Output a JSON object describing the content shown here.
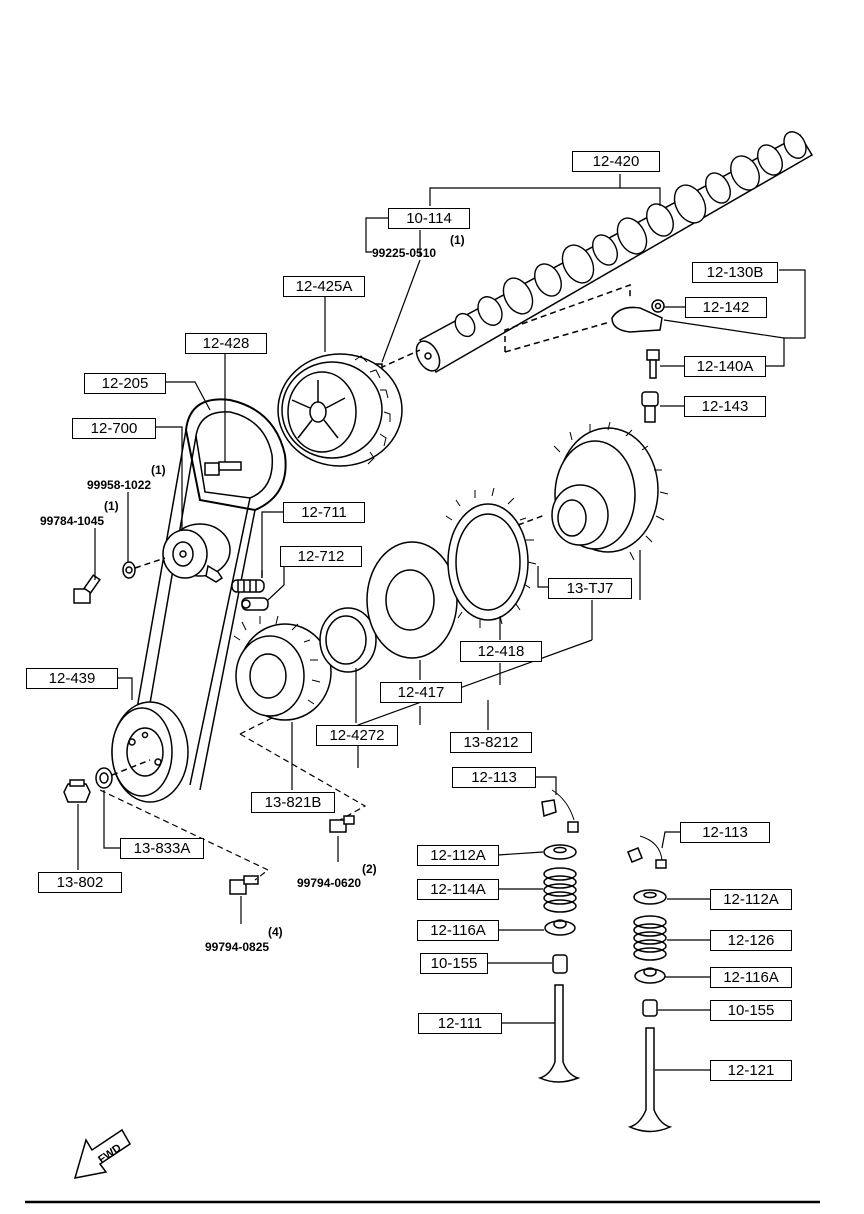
{
  "parts": {
    "p12_420": "12-420",
    "p10_114": "10-114",
    "p12_425A": "12-425A",
    "p12_428": "12-428",
    "p12_205": "12-205",
    "p12_700": "12-700",
    "p12_711": "12-711",
    "p12_712": "12-712",
    "p12_130B": "12-130B",
    "p12_142": "12-142",
    "p12_140A": "12-140A",
    "p12_143": "12-143",
    "p13_TJ7": "13-TJ7",
    "p12_418": "12-418",
    "p12_417": "12-417",
    "p12_4272": "12-4272",
    "p13_8212": "13-8212",
    "p12_439": "12-439",
    "p13_821B": "13-821B",
    "p13_833A": "13-833A",
    "p13_802": "13-802",
    "p12_113_a": "12-113",
    "p12_112A_a": "12-112A",
    "p12_114A": "12-114A",
    "p12_116A_a": "12-116A",
    "p10_155_a": "10-155",
    "p12_111": "12-111",
    "p12_113_b": "12-113",
    "p12_112A_b": "12-112A",
    "p12_126": "12-126",
    "p12_116A_b": "12-116A",
    "p10_155_b": "10-155",
    "p12_121": "12-121"
  },
  "bolts": {
    "b99225_0510": "99225-0510",
    "q99225_0510": "(1)",
    "b99958_1022": "99958-1022",
    "q99958_1022": "(1)",
    "b99784_1045": "99784-1045",
    "q99784_1045": "(1)",
    "b99794_0620": "99794-0620",
    "q99794_0620": "(2)",
    "b99794_0825": "99794-0825",
    "q99794_0825": "(4)"
  },
  "fwd_label": "FWD",
  "line_color": "#000000"
}
